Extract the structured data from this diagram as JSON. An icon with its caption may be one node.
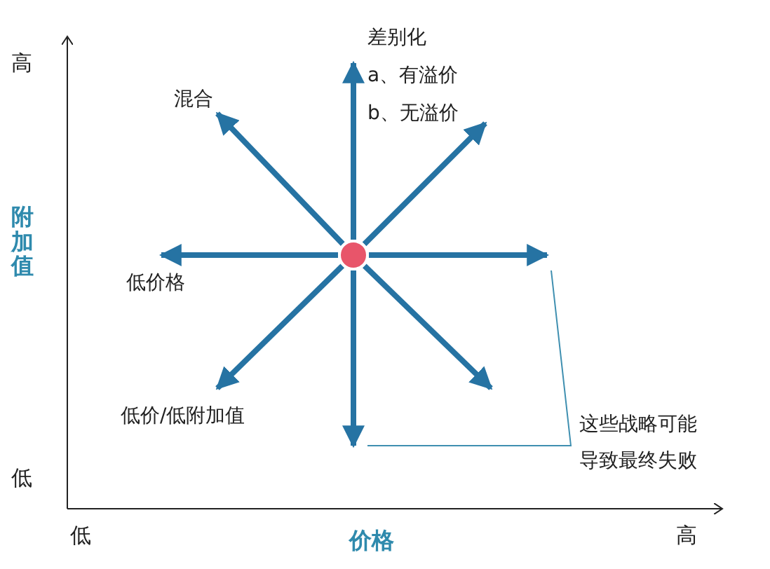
{
  "diagram": {
    "nodes": [
      {
        "text": [],
        "shape": "circle"
      },
      {
        "text": [
          "差别化",
          "a、有溢价",
          "b、无溢价"
        ]
      },
      {
        "text": [
          "混合"
        ]
      },
      {
        "text": [
          "低价格"
        ]
      },
      {
        "text": [
          "低价/低附加值"
        ]
      }
    ],
    "edges": [
      {
        "from": 0,
        "to": 1,
        "arrow": "to"
      },
      {
        "from": 0,
        "to": 1,
        "arrow": "to"
      },
      {
        "from": 0,
        "to": null,
        "arrow": "to"
      },
      {
        "from": 0,
        "to": null,
        "arrow": "to"
      },
      {
        "from": 0,
        "to": null,
        "arrow": "to"
      },
      {
        "from": 0,
        "to": 4,
        "arrow": "to"
      },
      {
        "from": 0,
        "to": 3,
        "arrow": "to"
      },
      {
        "from": 0,
        "to": 2,
        "arrow": "to"
      }
    ],
    "labels": [
      "高",
      "附加值",
      "这些战略可能导致最终失败",
      "低",
      "低",
      "价格",
      "高"
    ]
  }
}
